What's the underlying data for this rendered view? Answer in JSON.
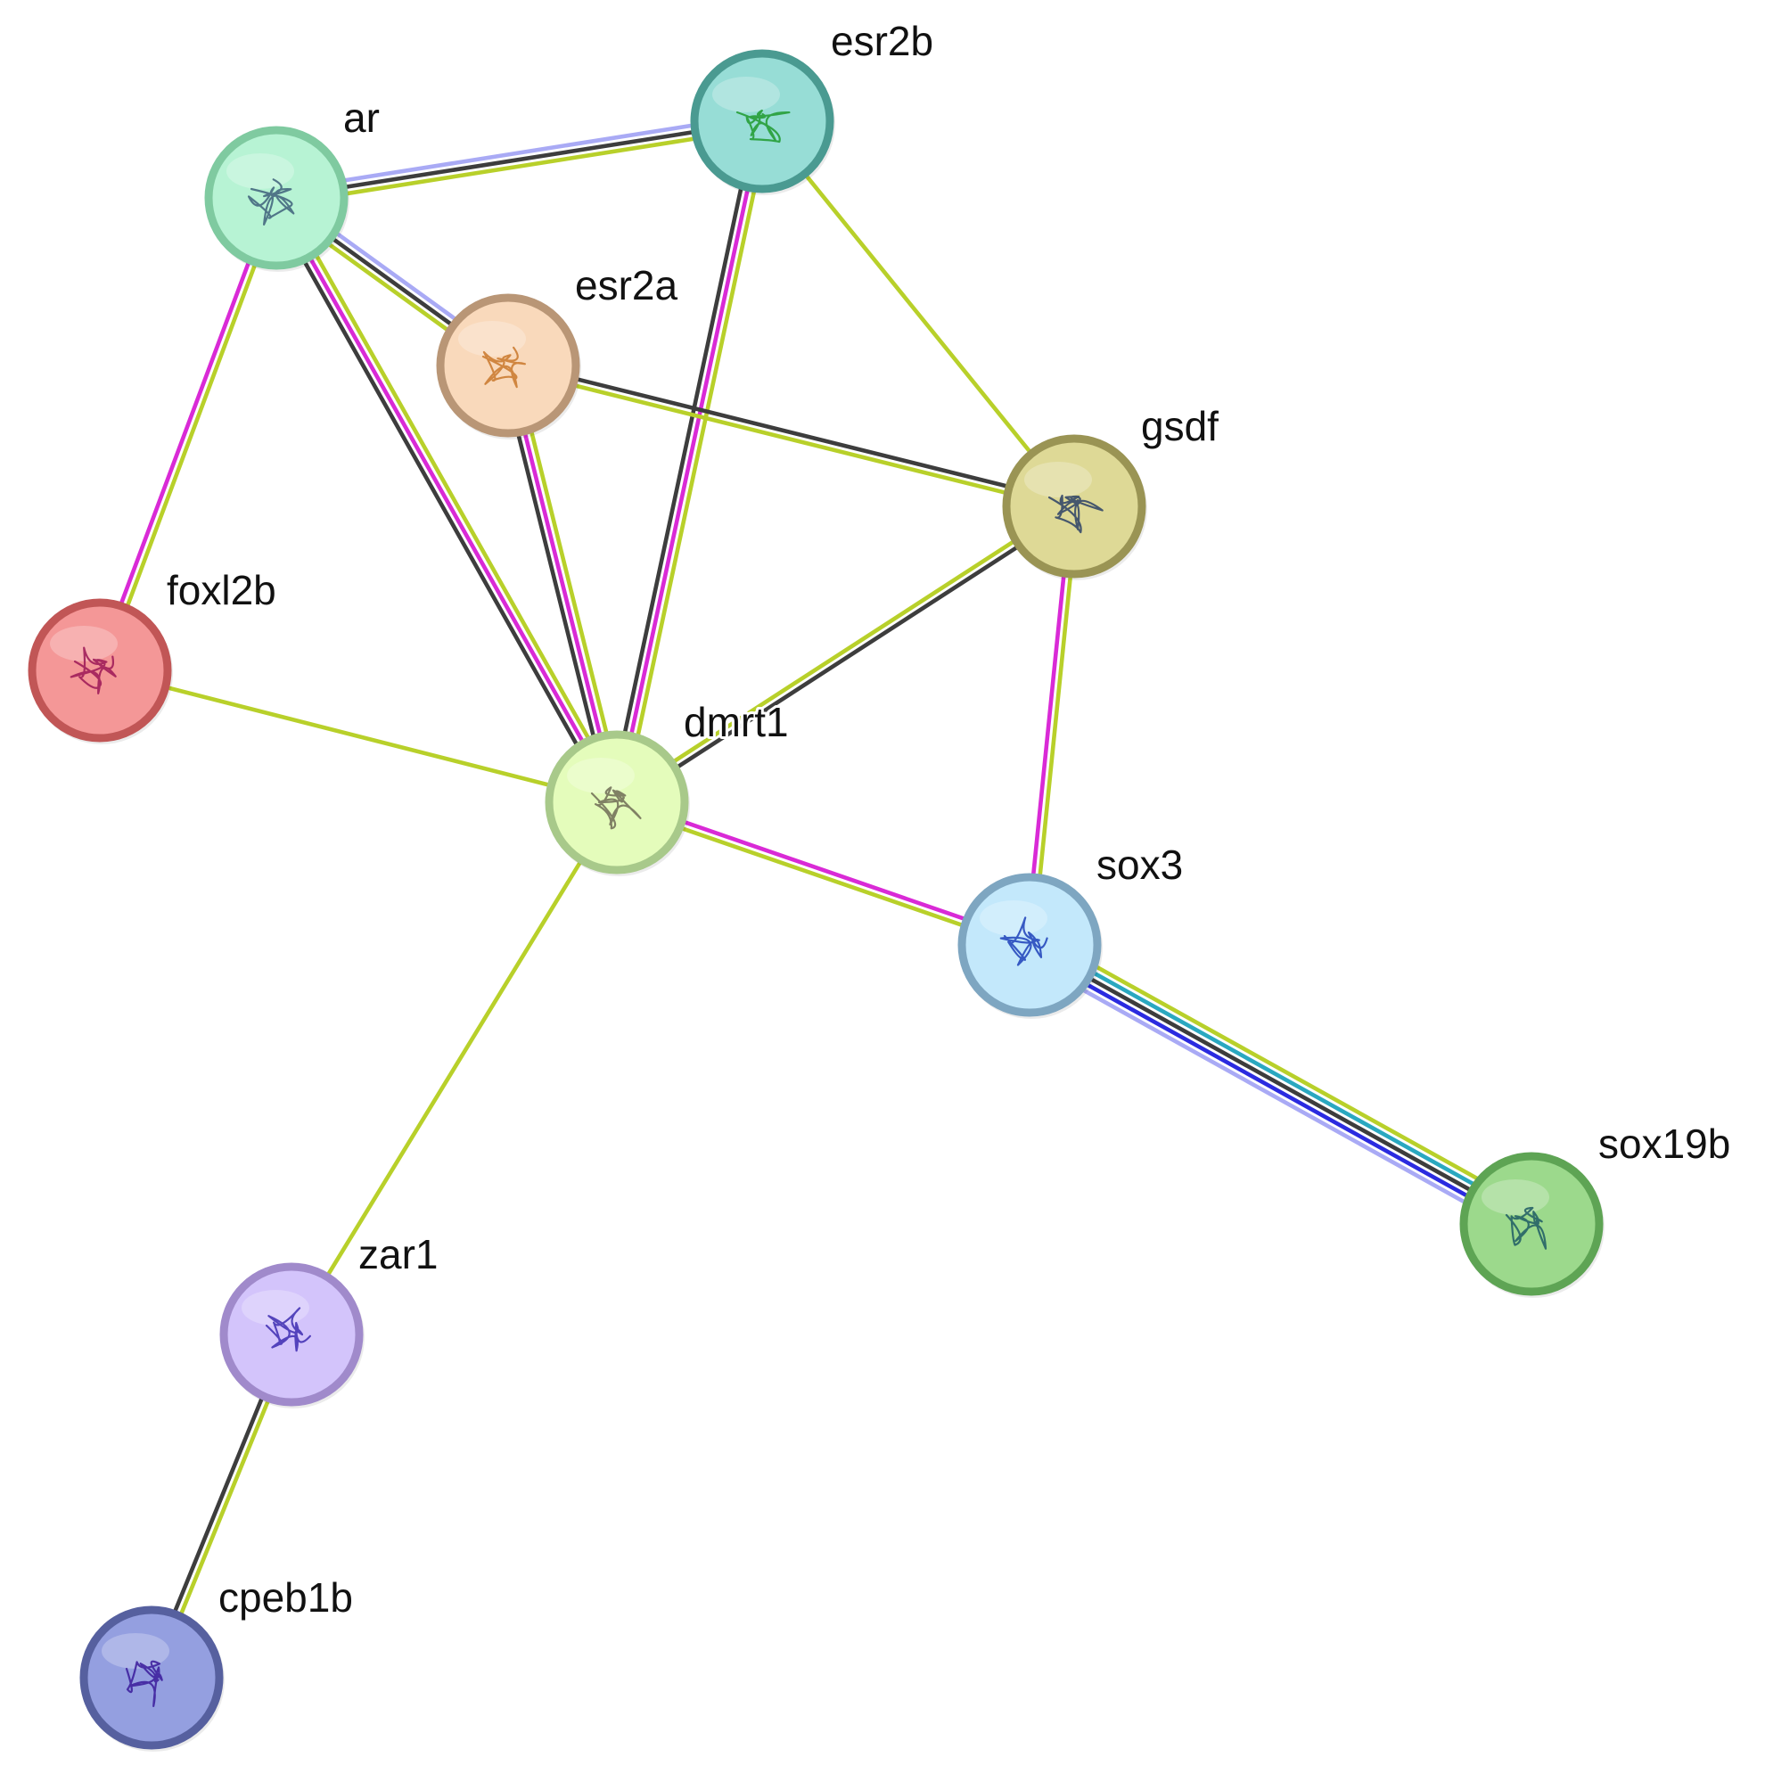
{
  "network": {
    "nodes": [
      {
        "id": "ar",
        "label": "ar",
        "fill": "#b7f3d4",
        "border": "#7fcaa0",
        "structure": "#3e5f7a"
      },
      {
        "id": "esr2b",
        "label": "esr2b",
        "fill": "#97ddd6",
        "border": "#4a9a91",
        "structure": "#1f9a2e"
      },
      {
        "id": "esr2a",
        "label": "esr2a",
        "fill": "#f9d9bb",
        "border": "#b99676",
        "structure": "#c9772a"
      },
      {
        "id": "gsdf",
        "label": "gsdf",
        "fill": "#ded996",
        "border": "#9a9454",
        "structure": "#2c3f66"
      },
      {
        "id": "foxl2b",
        "label": "foxl2b",
        "fill": "#f49797",
        "border": "#c15656",
        "structure": "#9b1656"
      },
      {
        "id": "dmrt1",
        "label": "dmrt1",
        "fill": "#e4fcbb",
        "border": "#a8c98a",
        "structure": "#6e6b55"
      },
      {
        "id": "sox3",
        "label": "sox3",
        "fill": "#c3e8fb",
        "border": "#7ea6c1",
        "structure": "#1d3fb8"
      },
      {
        "id": "sox19b",
        "label": "sox19b",
        "fill": "#9cd98c",
        "border": "#5ea454",
        "structure": "#1e5a64"
      },
      {
        "id": "zar1",
        "label": "zar1",
        "fill": "#d3c4fb",
        "border": "#a08acb",
        "structure": "#3c2bb0"
      },
      {
        "id": "cpeb1b",
        "label": "cpeb1b",
        "fill": "#949fe0",
        "border": "#56609f",
        "structure": "#3a1a9a"
      }
    ],
    "edges": [
      {
        "source": "ar",
        "target": "esr2b",
        "channels": [
          "#a9aaf5",
          "#3d3d3d",
          "#b8d02a"
        ]
      },
      {
        "source": "ar",
        "target": "esr2a",
        "channels": [
          "#a9aaf5",
          "#3d3d3d",
          "#b8d02a"
        ]
      },
      {
        "source": "ar",
        "target": "dmrt1",
        "channels": [
          "#b8d02a",
          "#d92ad6",
          "#3d3d3d"
        ]
      },
      {
        "source": "ar",
        "target": "foxl2b",
        "channels": [
          "#b8d02a",
          "#d92ad6"
        ]
      },
      {
        "source": "esr2b",
        "target": "dmrt1",
        "channels": [
          "#b8d02a",
          "#d92ad6",
          "#3d3d3d"
        ]
      },
      {
        "source": "esr2b",
        "target": "gsdf",
        "channels": [
          "#b8d02a"
        ]
      },
      {
        "source": "esr2a",
        "target": "gsdf",
        "channels": [
          "#3d3d3d",
          "#b8d02a"
        ]
      },
      {
        "source": "esr2a",
        "target": "dmrt1",
        "channels": [
          "#b8d02a",
          "#d92ad6",
          "#3d3d3d"
        ]
      },
      {
        "source": "gsdf",
        "target": "dmrt1",
        "channels": [
          "#3d3d3d",
          "#b8d02a"
        ]
      },
      {
        "source": "gsdf",
        "target": "sox3",
        "channels": [
          "#b8d02a",
          "#d92ad6"
        ]
      },
      {
        "source": "foxl2b",
        "target": "dmrt1",
        "channels": [
          "#b8d02a"
        ]
      },
      {
        "source": "dmrt1",
        "target": "sox3",
        "channels": [
          "#d92ad6",
          "#b8d02a"
        ]
      },
      {
        "source": "dmrt1",
        "target": "zar1",
        "channels": [
          "#b8d02a"
        ]
      },
      {
        "source": "sox3",
        "target": "sox19b",
        "channels": [
          "#b8d02a",
          "#2aa8c0",
          "#3d3d3d",
          "#2b2be0",
          "#a9aaf5"
        ]
      },
      {
        "source": "zar1",
        "target": "cpeb1b",
        "channels": [
          "#b8d02a",
          "#3d3d3d"
        ]
      }
    ]
  }
}
